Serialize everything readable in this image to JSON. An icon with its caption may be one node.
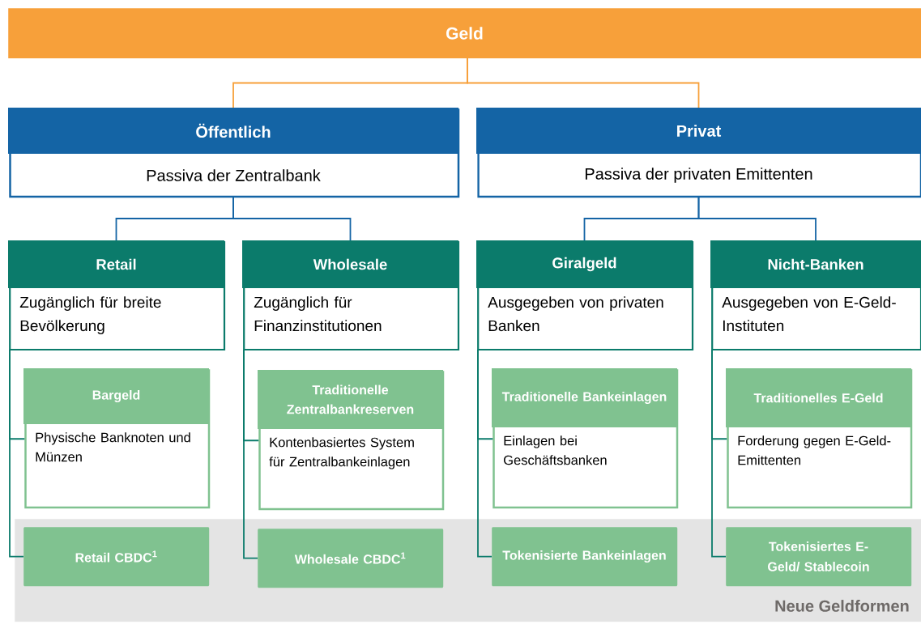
{
  "diagram": {
    "nodes": [
      {
        "text": [
          "Geld"
        ]
      },
      {
        "text": [
          "Öffentlich",
          "Passiva der Zentralbank"
        ]
      },
      {
        "text": [
          "Privat",
          "Passiva der privaten Emittenten"
        ]
      },
      {
        "text": [
          "Retail",
          "Zugänglich für breite Bevölkerung"
        ]
      },
      {
        "text": [
          "Wholesale",
          "Zugänglich für Finanzinstitutionen"
        ]
      },
      {
        "text": [
          "Giralgeld",
          "Ausgegeben von privaten Banken"
        ]
      },
      {
        "text": [
          "Nicht-Banken",
          "Ausgegeben von E-Geld-Instituten"
        ]
      },
      {
        "text": [
          "Bargeld",
          "Physische Banknoten und Münzen"
        ]
      },
      {
        "text": [
          "Traditionelle Zentralbankreserven",
          "Kontenbasiertes System für Zentralbankeinlagen"
        ]
      },
      {
        "text": [
          "Traditionelle Bankeinlagen",
          "Einlagen bei Geschäftsbanken"
        ]
      },
      {
        "text": [
          "Traditionelles E-Geld",
          "Forderung gegen E-Geld-Emittenten"
        ]
      },
      {
        "text": [
          "Neue Geldformen"
        ]
      },
      {
        "text": [
          "Retail CBDC$^{1}$"
        ],
        "in": 11
      },
      {
        "text": [
          "Wholesale CBDC$^{1}$"
        ],
        "in": 11
      },
      {
        "text": [
          "Tokenisierte Bankeinlagen"
        ],
        "in": 11
      },
      {
        "text": [
          "Tokenisiertes E-Geld/ Stablecoin"
        ],
        "in": 11
      }
    ],
    "edges": [
      {
        "from": 0,
        "to": 1,
        "arrow": "none",
        "color": "#f7a03a"
      },
      {
        "from": 0,
        "to": 2,
        "arrow": "none",
        "color": "#f7a03a"
      },
      {
        "from": 1,
        "to": 3,
        "arrow": "none",
        "color": "#1464a5"
      },
      {
        "from": 1,
        "to": 4,
        "arrow": "none",
        "color": "#1464a5"
      },
      {
        "from": 2,
        "to": 5,
        "arrow": "none",
        "color": "#1464a5"
      },
      {
        "from": 2,
        "to": 6,
        "arrow": "none",
        "color": "#1464a5"
      },
      {
        "from": 3,
        "to": 7,
        "arrow": "none"
      },
      {
        "from": 3,
        "to": 12,
        "arrow": "none"
      },
      {
        "from": 4,
        "to": 8,
        "arrow": "none"
      },
      {
        "from": 4,
        "to": 13,
        "arrow": "none"
      },
      {
        "from": 5,
        "to": 9,
        "arrow": "none"
      },
      {
        "from": 5,
        "to": 14,
        "arrow": "none"
      },
      {
        "from": 6,
        "to": 10,
        "arrow": "none"
      },
      {
        "from": 6,
        "to": 15,
        "arrow": "none"
      }
    ]
  }
}
